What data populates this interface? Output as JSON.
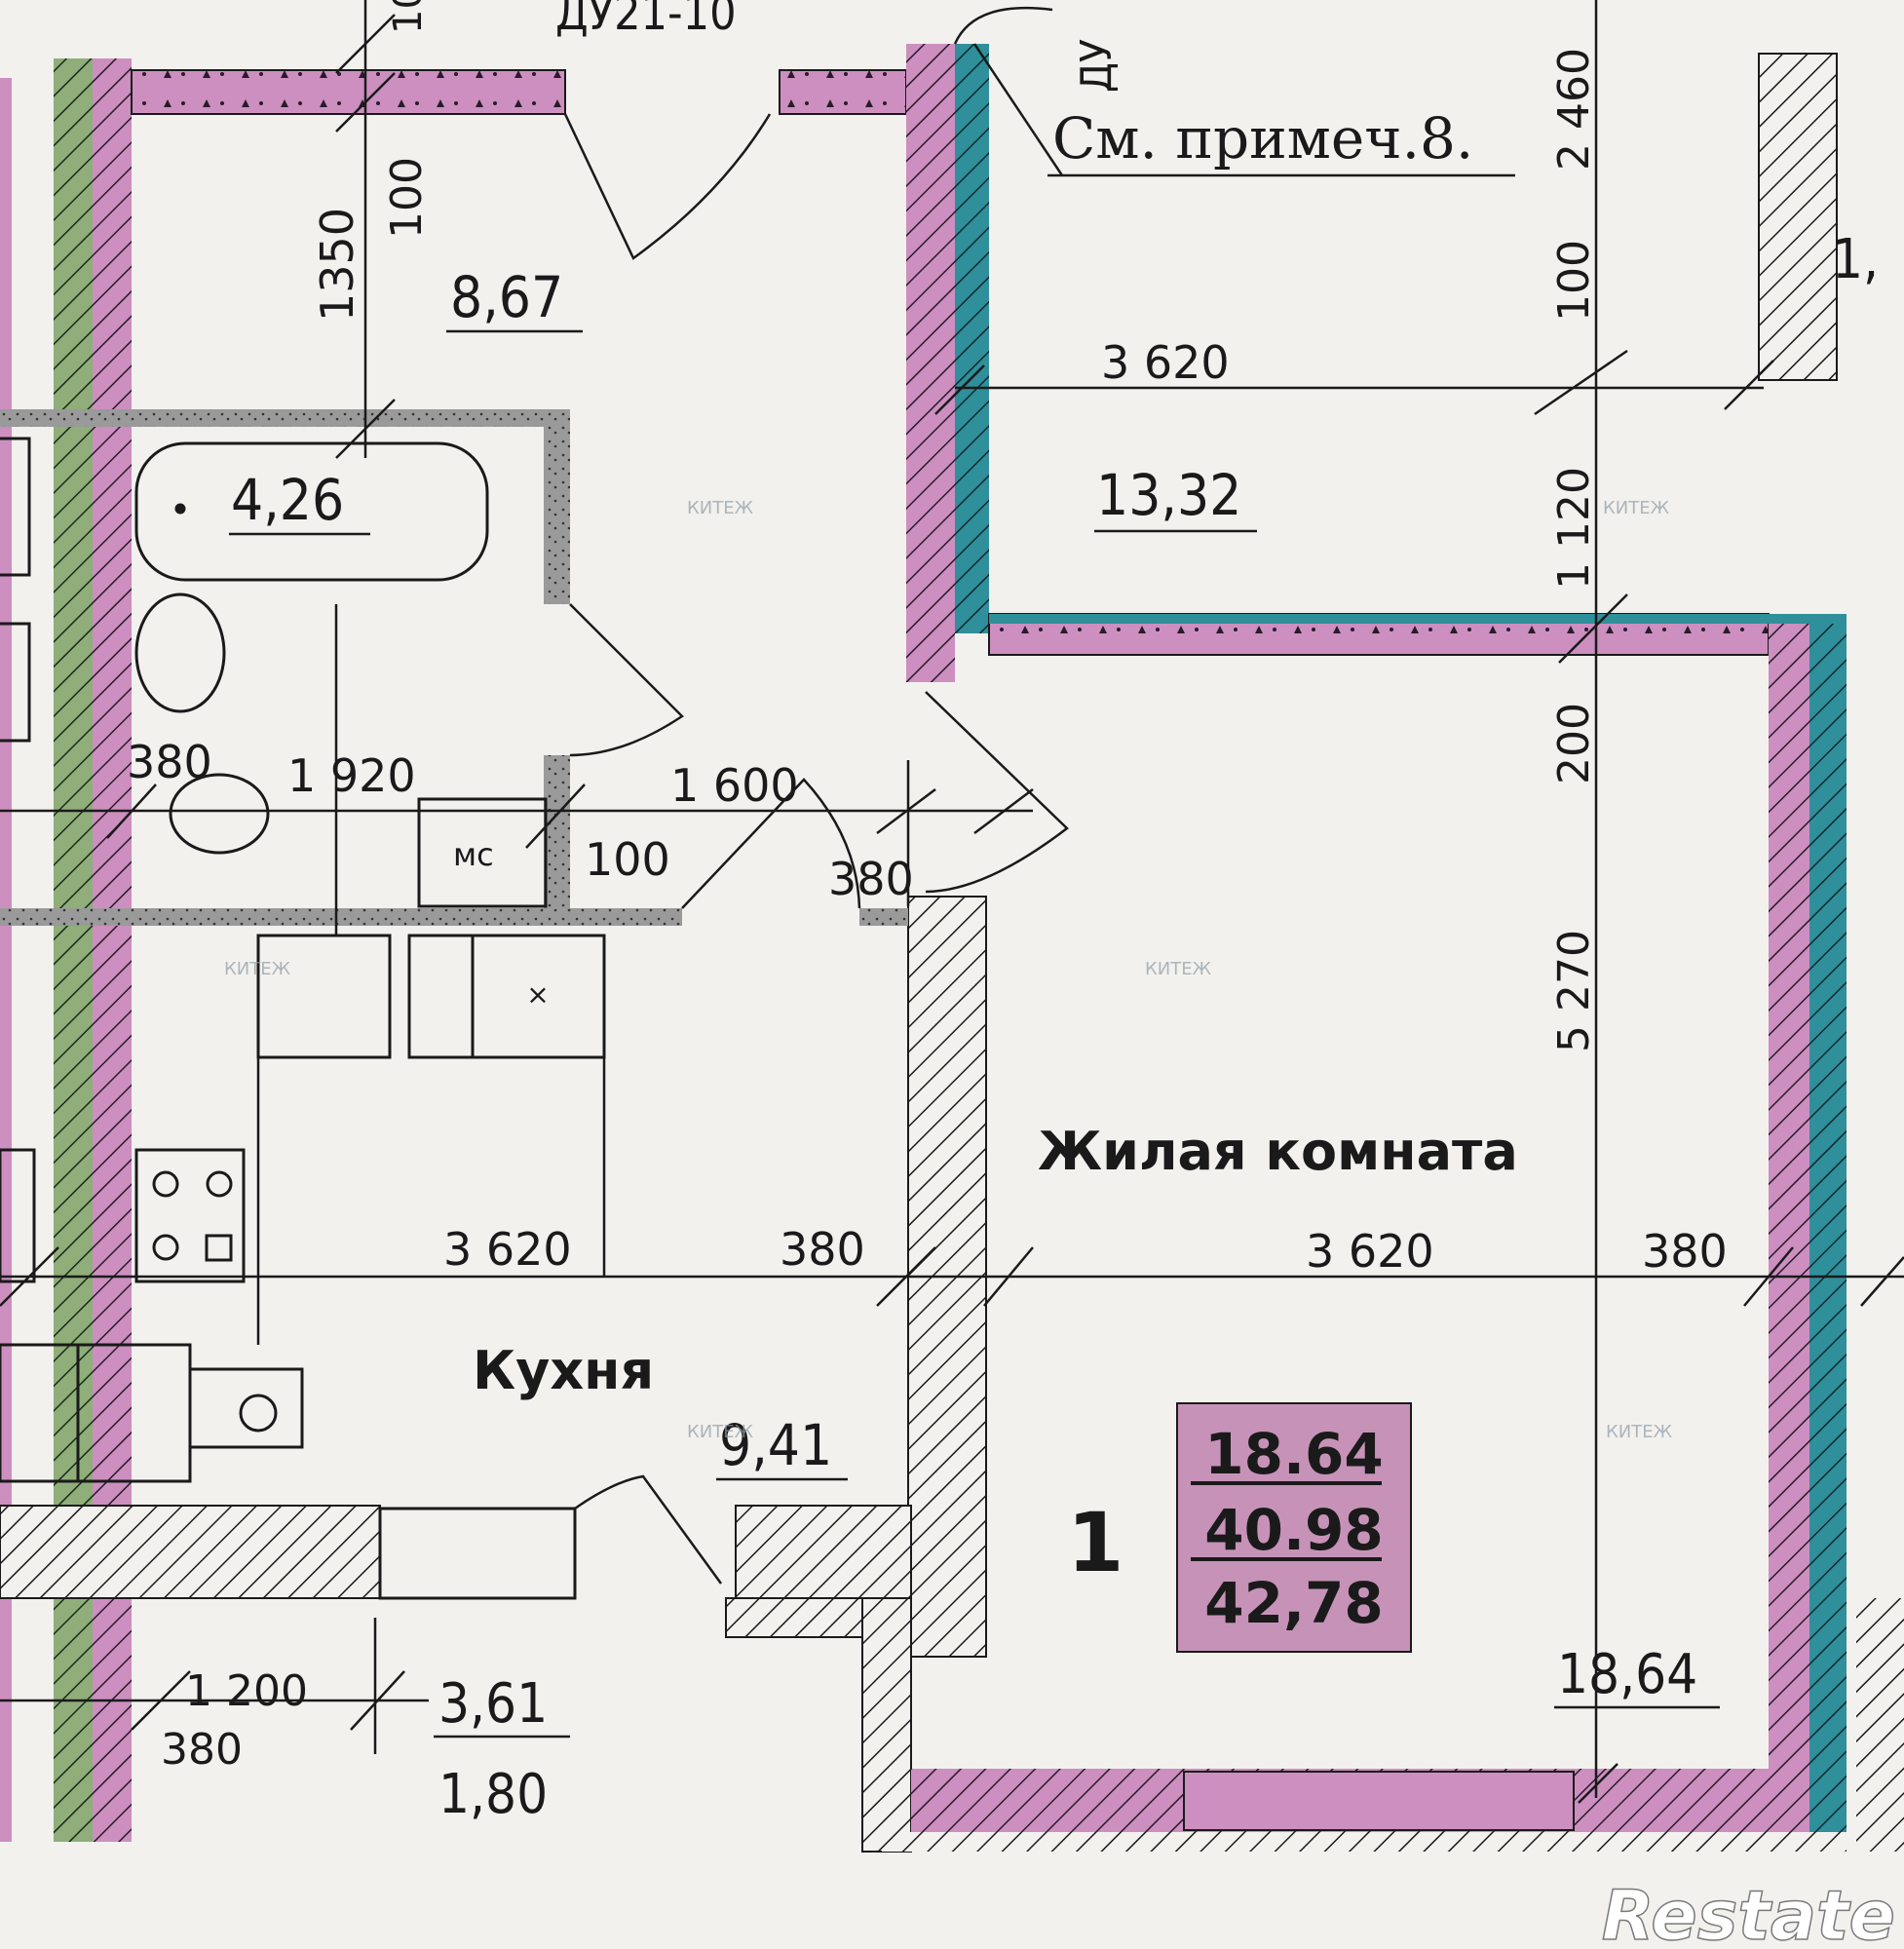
{
  "header": {
    "door_code": "ДУ21-10",
    "door_code_partial": "ДУ",
    "note": "См. примеч.8."
  },
  "rooms": {
    "hall_area": "8,67",
    "bathroom_area": "4,26",
    "top_room_area": "13,32",
    "kitchen_label": "Кухня",
    "kitchen_area": "9,41",
    "living_label": "Жилая комната",
    "living_area": "18,64",
    "loggia_area": "3,61",
    "loggia_area_reduced": "1,80",
    "partial_right_area": "1,"
  },
  "fixtures": {
    "shaft_label": "мс"
  },
  "dimensions": {
    "d_1350": "1350",
    "d_100_top": "100",
    "d_10_top": "10",
    "d_2460": "2 460",
    "d_100_right": "100",
    "d_1120": "1 120",
    "d_200": "200",
    "d_5270": "5 270",
    "d_3620_upper": "3 620",
    "d_380_bath": "380",
    "d_1920": "1 920",
    "d_1600": "1 600",
    "d_100_shaft": "100",
    "d_380_door": "380",
    "d_3620_kitchen": "3 620",
    "d_380_kitchen": "380",
    "d_3620_living": "3 620",
    "d_380_living": "380",
    "d_1200": "1 200",
    "d_380_loggia": "380"
  },
  "apartment": {
    "number": "1",
    "living_area": "18.64",
    "total_area": "40.98",
    "total_with_loggia": "42,78"
  },
  "watermarks": {
    "text": "КИТЕЖ",
    "brand": "Restate"
  },
  "colors": {
    "pink_wall": "#cc8fc0",
    "green_layer": "#8fae7a",
    "teal_layer": "#2f8f9a",
    "area_box": "#c792b8"
  }
}
